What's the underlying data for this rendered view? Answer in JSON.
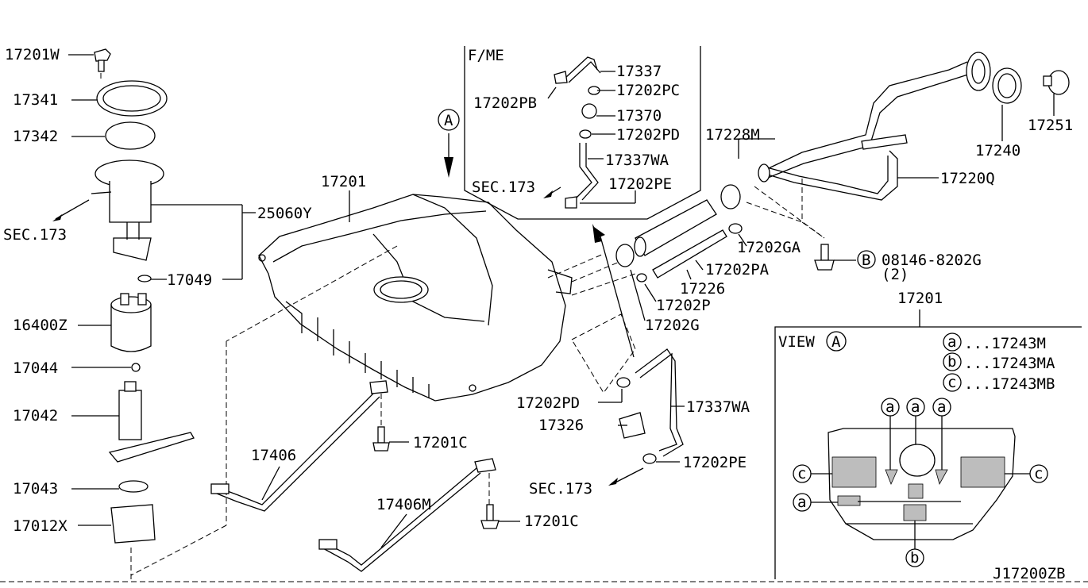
{
  "labels": {
    "p17201W": "17201W",
    "p17341": "17341",
    "p17342": "17342",
    "sec173_left": "SEC.173",
    "p25060Y": "25060Y",
    "p17049": "17049",
    "p16400Z": "16400Z",
    "p17044": "17044",
    "p17042": "17042",
    "p17043": "17043",
    "p17012X": "17012X",
    "p17201_tank": "17201",
    "p17406": "17406",
    "p17201C_a": "17201C",
    "p17406M": "17406M",
    "p17201C_b": "17201C",
    "callout_A": "A",
    "fme": "F/ME",
    "p17337": "17337",
    "p17202PC": "17202PC",
    "p17202PB": "17202PB",
    "p17370": "17370",
    "p17202PD_top": "17202PD",
    "p17337WA_top": "17337WA",
    "sec173_mid": "SEC.173",
    "p17202PE_top": "17202PE",
    "p17228M": "17228M",
    "p17202GA": "17202GA",
    "p17202PA": "17202PA",
    "p17226": "17226",
    "p17202P": "17202P",
    "p17202G": "17202G",
    "p17202PD_bot": "17202PD",
    "p17326": "17326",
    "p17337WA_bot": "17337WA",
    "p17202PE_bot": "17202PE",
    "sec173_bot": "SEC.173",
    "p17251": "17251",
    "p17240": "17240",
    "p17220Q": "17220Q",
    "bolt_B_marker": "B",
    "bolt_B_part": "08146-8202G",
    "bolt_B_qty": "(2)",
    "view_part": "17201",
    "view_title": "VIEW",
    "view_A": "A",
    "legend_a_mark": "a",
    "legend_a": "...17243M",
    "legend_b_mark": "b",
    "legend_b": "...17243MA",
    "legend_c_mark": "c",
    "legend_c": "...17243MB",
    "view_a1": "a",
    "view_a2": "a",
    "view_a3": "a",
    "view_a4": "a",
    "view_b": "b",
    "view_c1": "c",
    "view_c2": "c",
    "diagram_id": "J17200ZB"
  }
}
